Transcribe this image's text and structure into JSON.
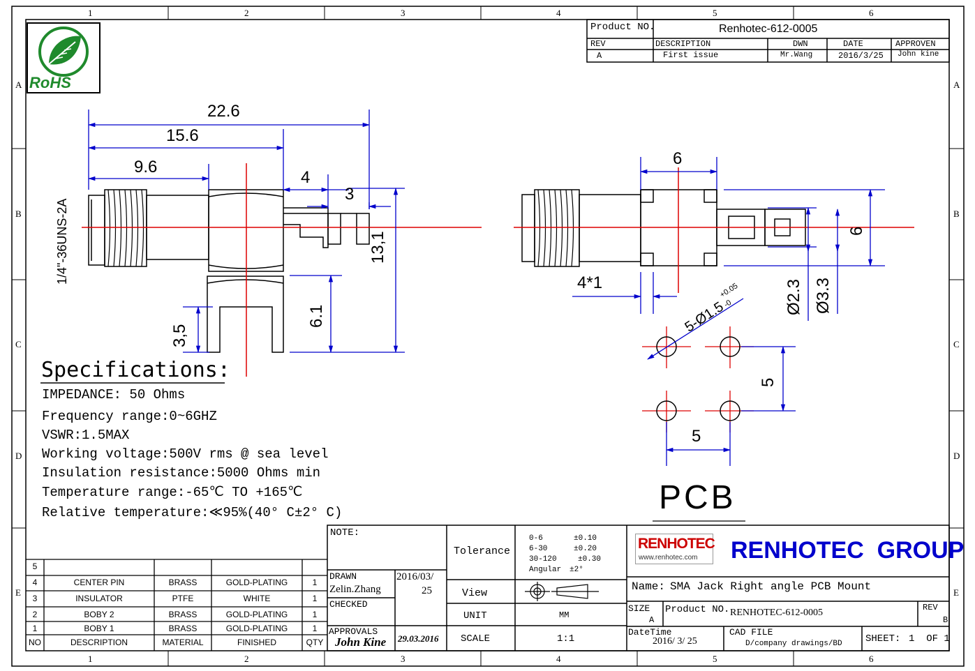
{
  "grid": {
    "columns": [
      "1",
      "2",
      "3",
      "4",
      "5",
      "6"
    ],
    "rows": [
      "A",
      "B",
      "C",
      "D",
      "E"
    ]
  },
  "logo": {
    "rohs_text": "RoHS",
    "rohs_color": "#1f8a2c"
  },
  "header_block": {
    "product_no_label": "Product NO.",
    "product_no_value": "Renhotec-612-0005",
    "rev_label": "REV",
    "description_label": "DESCRIPTION",
    "dwn_label": "DWN",
    "date_label": "DATE",
    "approven_label": "APPROVEN",
    "rev_value": "A",
    "description_value": "First issue",
    "dwn_value": "Mr.Wang",
    "date_value": "2016/3/25",
    "approven_value": "John kine"
  },
  "side_view": {
    "dim_22_6": "22.6",
    "dim_15_6": "15.6",
    "dim_9_6": "9.6",
    "dim_4": "4",
    "dim_3": "3",
    "dim_13_1": "13,1",
    "dim_6_1": "6.1",
    "dim_3_5": "3,5",
    "thread_label": "1/4\"-36UNS-2A"
  },
  "front_view": {
    "dim_6_top": "6",
    "dim_6_right": "6",
    "dim_4x1": "4*1",
    "dim_d2_3": "Ø2.3",
    "dim_d3_3": "Ø3.3"
  },
  "pcb": {
    "holes_label": "5-Ø1.5",
    "holes_tol": "+0.05",
    "holes_tol2": "-0",
    "dim_5_vertical": "5",
    "dim_5_horizontal": "5",
    "title": "PCB"
  },
  "specs": {
    "heading": "Specifications:",
    "lines": [
      "IMPEDANCE: 50 Ohms",
      "Frequency range:0~6GHZ",
      "VSWR:1.5MAX",
      "Working voltage:500V rms @ sea level",
      "Insulation resistance:5000 Ohms min",
      "Temperature range:-65℃ TO +165℃",
      "Relative temperature:≪95%(40° C±2° C)"
    ]
  },
  "bom": {
    "header": {
      "no": "NO",
      "description": "DESCRIPTION",
      "material": "MATERIAL",
      "finished": "FINISHED",
      "qty": "QTY"
    },
    "rows": [
      {
        "no": "5",
        "description": "",
        "material": "",
        "finished": "",
        "qty": ""
      },
      {
        "no": "4",
        "description": "CENTER PIN",
        "material": "BRASS",
        "finished": "GOLD-PLATING",
        "qty": "1"
      },
      {
        "no": "3",
        "description": "INSULATOR",
        "material": "PTFE",
        "finished": "WHITE",
        "qty": "1"
      },
      {
        "no": "2",
        "description": "BOBY 2",
        "material": "BRASS",
        "finished": "GOLD-PLATING",
        "qty": "1"
      },
      {
        "no": "1",
        "description": "BOBY 1",
        "material": "BRASS",
        "finished": "GOLD-PLATING",
        "qty": "1"
      }
    ]
  },
  "title_block": {
    "note_label": "NOTE:",
    "tolerance_label": "Tolerance",
    "tolerance_rows": [
      {
        "range": "0-6",
        "value": "±0.10"
      },
      {
        "range": "6-30",
        "value": "±0.20"
      },
      {
        "range": "30-120",
        "value": "±0.30"
      },
      {
        "range": "Angular",
        "value": "±2°"
      }
    ],
    "drawn_label": "DRAWN",
    "drawn_name": "Zelin.Zhang",
    "drawn_date_1": "2016/03/",
    "drawn_date_2": "25",
    "checked_label": "CHECKED",
    "approvals_label": "APPROVALS",
    "approvals_sign": "John Kine",
    "approvals_date": "29.03.2016",
    "view_label": "View",
    "unit_label": "UNIT",
    "unit_value": "MM",
    "scale_label": "SCALE",
    "scale_value": "1:1",
    "company_logo": "RENHOTEC",
    "company_url": "www.renhotec.com",
    "company_name": "RENHOTEC  GROUP",
    "name_label": "Name:",
    "name_value": "SMA Jack Right angle PCB Mount",
    "size_label": "SIZE",
    "size_value": "A",
    "product_no_label": "Product NO.",
    "product_no_value": "RENHOTEC-612-0005",
    "rev_label": "REV",
    "rev_value": "B",
    "datetime_label": "DateTime",
    "datetime_value": "2016/ 3/ 25",
    "cad_label": "CAD FILE",
    "cad_value": "D/company drawings/BD",
    "sheet_label": "SHEET:",
    "sheet_value": "1  OF 1"
  },
  "colors": {
    "dimension": "#0000cc",
    "centerline": "#dd0000",
    "logo_red": "#cc0000",
    "logo_blue": "#0000cc"
  }
}
